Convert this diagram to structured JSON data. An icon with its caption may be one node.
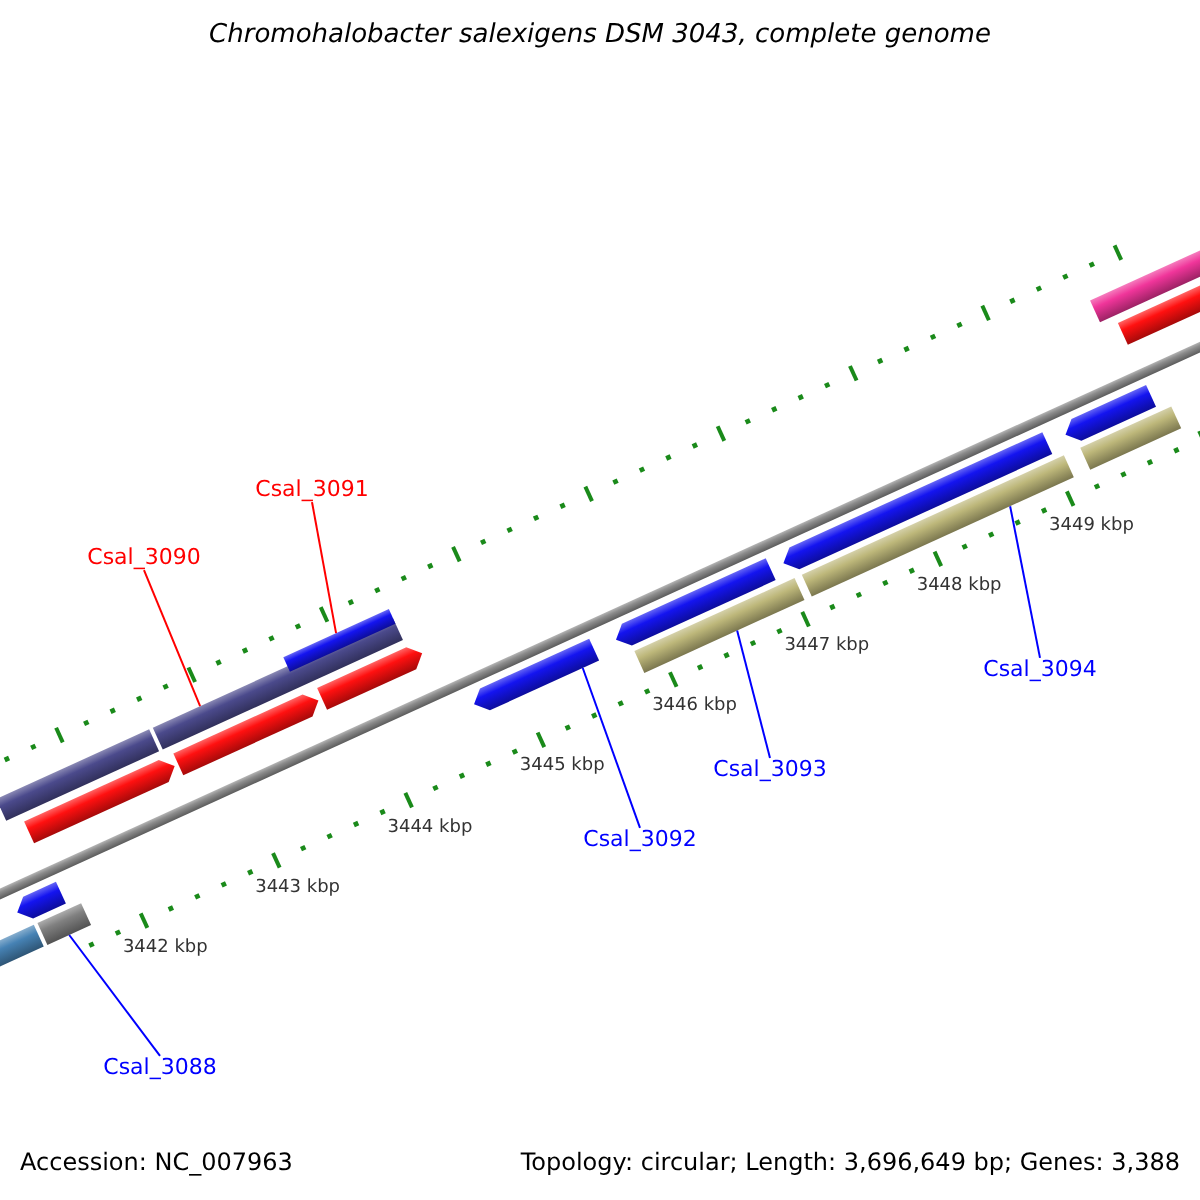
{
  "diagram": {
    "title": "Chromohalobacter salexigens DSM 3043, complete genome",
    "nodes": [
      {
        "text": [
          "Csal_3091"
        ]
      },
      {
        "text": [
          "Csal_3090"
        ]
      },
      {
        "text": [
          "Csal_3094"
        ]
      },
      {
        "text": [
          "Csal_3093"
        ]
      },
      {
        "text": [
          "Csal_3092"
        ]
      },
      {
        "text": [
          "Csal_3088"
        ]
      },
      {
        "text": [],
        "shape": "bar"
      },
      {
        "text": [],
        "shape": "bar"
      },
      {
        "text": [],
        "shape": "bar"
      },
      {
        "text": [],
        "shape": "bar"
      },
      {
        "text": [],
        "shape": "bar"
      },
      {
        "text": [],
        "shape": "bar"
      },
      {
        "text": [],
        "shape": "bar"
      },
      {
        "text": [],
        "shape": "bar"
      },
      {
        "text": [],
        "shape": "bar"
      },
      {
        "text": [],
        "shape": "bar"
      },
      {
        "text": [],
        "shape": "bar"
      },
      {
        "text": [],
        "shape": "bar"
      },
      {
        "text": [],
        "shape": "bar"
      },
      {
        "text": [],
        "shape": "bar"
      },
      {
        "text": [],
        "shape": "bar"
      },
      {
        "text": [],
        "shape": "bar"
      },
      {
        "text": [],
        "shape": "bar"
      },
      {
        "text": [],
        "shape": "bar"
      }
    ],
    "edges": [
      {
        "from": 0,
        "to": 13,
        "arrow": "none",
        "color": "#ff0000"
      },
      {
        "from": 1,
        "to": 12,
        "arrow": "none",
        "color": "#ff0000"
      },
      {
        "from": 2,
        "to": 19,
        "arrow": "none"
      },
      {
        "from": 3,
        "to": 17,
        "arrow": "none"
      },
      {
        "from": 4,
        "to": 15,
        "arrow": "none"
      },
      {
        "from": 5,
        "to": 8,
        "arrow": "none"
      }
    ],
    "labels": [
      "3449 kbp",
      "3448 kbp",
      "3447 kbp",
      "3446 kbp",
      "3445 kbp",
      "3444 kbp",
      "3443 kbp",
      "3442 kbp",
      "Accession: NC_007963",
      "Topology: circular; Length: 3,696,649 bp; Genes: 3,388"
    ]
  }
}
